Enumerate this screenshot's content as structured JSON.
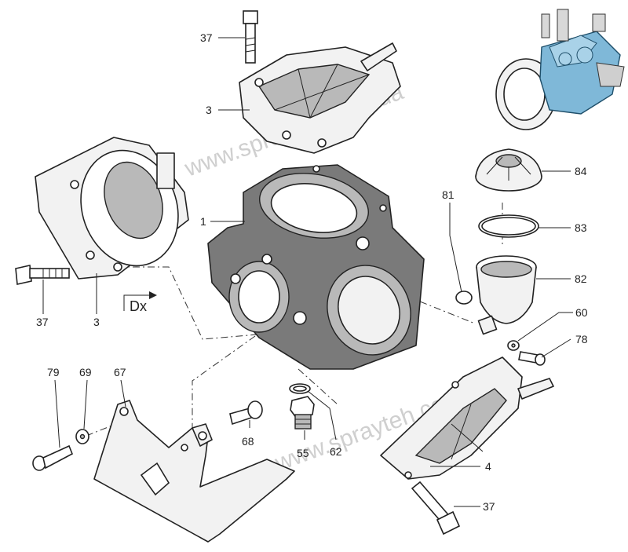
{
  "watermark": "www.sprayteh.com.ua",
  "direction_mark": "Dx",
  "labels": {
    "l37_top": "37",
    "l3_top": "3",
    "l1": "1",
    "l3_left": "3",
    "l37_left": "37",
    "l84": "84",
    "l83": "83",
    "l81": "81",
    "l82": "82",
    "l60": "60",
    "l78": "78",
    "l79": "79",
    "l69": "69",
    "l67": "67",
    "l68": "68",
    "l55": "55",
    "l62": "62",
    "l4": "4",
    "l37_bottom": "37"
  }
}
